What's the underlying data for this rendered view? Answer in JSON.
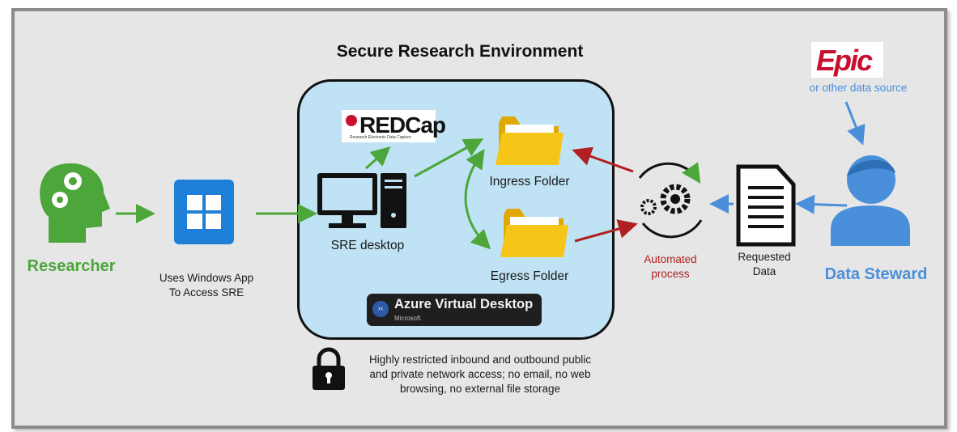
{
  "diagram": {
    "title": "Secure Research Environment",
    "researcher_label": "Researcher",
    "windows_app_caption_line1": "Uses Windows App",
    "windows_app_caption_line2": "To Access SRE",
    "sre_desktop_label": "SRE desktop",
    "redcap_logo_text": "REDCap",
    "redcap_tagline": "Research Electronic Data Capture",
    "ingress_label": "Ingress Folder",
    "egress_label": "Egress Folder",
    "avd_label": "Azure Virtual Desktop",
    "avd_sub": "Microsoft",
    "automated_line1": "Automated",
    "automated_line2": "process",
    "requested_line1": "Requested",
    "requested_line2": "Data",
    "data_steward_label": "Data Steward",
    "epic_logo_text": "Epic",
    "other_source": "or other data source",
    "restriction_line1": "Highly restricted inbound and outbound public",
    "restriction_line2": "and private network access; no email, no web",
    "restriction_line3": "browsing, no external file storage"
  },
  "colors": {
    "researcher_green": "#4ca63a",
    "steward_blue": "#4a8fd9",
    "process_red": "#b02020",
    "sre_fill": "#bfe3f4",
    "folder_yellow": "#f5c518",
    "windows_blue": "#1e7fd8"
  }
}
